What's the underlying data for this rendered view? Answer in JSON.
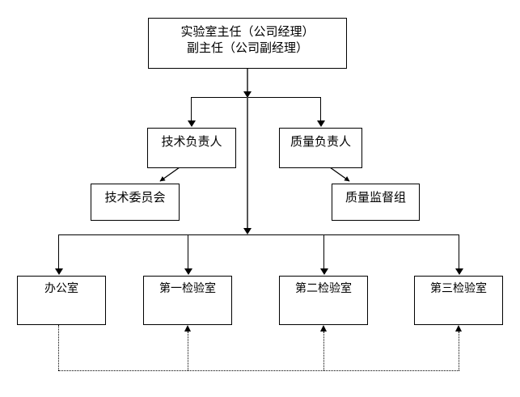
{
  "chart": {
    "type": "org-chart",
    "title": "",
    "background_color": "#ffffff",
    "line_color": "#000000",
    "text_color": "#000000"
  },
  "nodes": {
    "root": {
      "label": "实验室主任（公司经理）\n副主任（公司副经理）",
      "line1": "实验室主任（公司经理）",
      "line2": "副主任（公司副经理）"
    },
    "technical_director": {
      "label": "技术负责人"
    },
    "quality_director": {
      "label": "质量负责人"
    },
    "technical_committee": {
      "label": "技术委员会"
    },
    "quality_supervision_group": {
      "label": "质量监督组"
    },
    "office": {
      "label": "办公室"
    },
    "lab_one": {
      "label": "第一检验室"
    },
    "lab_two": {
      "label": "第二检验室"
    },
    "lab_three": {
      "label": "第三检验室"
    }
  },
  "connections": {
    "solid": [
      {
        "from": "root",
        "to": "technical_director"
      },
      {
        "from": "root",
        "to": "quality_director"
      },
      {
        "from": "technical_director",
        "to": "technical_committee"
      },
      {
        "from": "quality_director",
        "to": "quality_supervision_group"
      },
      {
        "from": "root",
        "to": "office"
      },
      {
        "from": "root",
        "to": "lab_one"
      },
      {
        "from": "root",
        "to": "lab_two"
      },
      {
        "from": "root",
        "to": "lab_three"
      }
    ],
    "dotted": [
      {
        "from": "office",
        "to": "lab_one"
      },
      {
        "from": "office",
        "to": "lab_two"
      },
      {
        "from": "office",
        "to": "lab_three"
      }
    ]
  }
}
